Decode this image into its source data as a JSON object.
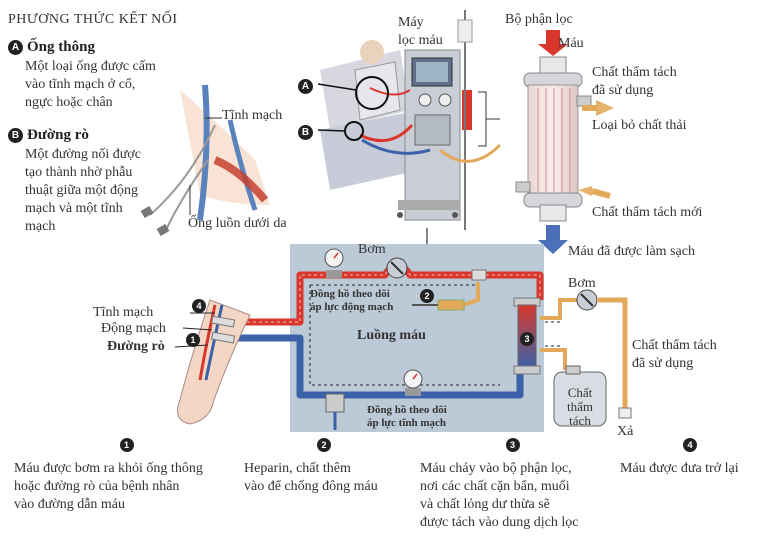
{
  "header": {
    "title": "PHƯƠNG THỨC KẾT NỐI"
  },
  "access": [
    {
      "badge": "A",
      "title": "Ống thông",
      "desc": [
        "Một loại ống được cấm",
        "vào tĩnh mạch ở cổ,",
        "ngực hoặc chân"
      ]
    },
    {
      "badge": "B",
      "title": "Đường rò",
      "desc": [
        "Một đường nối được",
        "tạo thành nhờ phẫu",
        "thuật giữa một động",
        "mạch và một tĩnh",
        "mạch"
      ]
    }
  ],
  "inset": {
    "vein_label": "Tĩnh mạch",
    "tube_label": "Ống luồn dưới da"
  },
  "machine": {
    "label_line1": "Máy",
    "label_line2": "lọc máu",
    "marker_a": "A",
    "marker_b": "B"
  },
  "filter": {
    "title": "Bộ phận lọc",
    "blood_in": "Máu",
    "used_dialysate": [
      "Chất thẩm tách",
      "đã sử dụng"
    ],
    "waste": "Loại bỏ chất thải",
    "fresh_dialysate": "Chất thẩm tách mới",
    "clean_blood": "Máu đã được làm sạch"
  },
  "circuit": {
    "pump_label": "Bơm",
    "arterial_gauge": [
      "Đồng hồ theo dõi",
      "áp lực động mạch"
    ],
    "venous_gauge": [
      "Đồng hồ theo dõi",
      "áp lực tĩnh mạch"
    ],
    "blood_flow": "Luồng máu",
    "step2_marker": "2",
    "step3_marker": "3"
  },
  "arm": {
    "vein": "Tĩnh mạch",
    "artery": "Động mạch",
    "fistula": "Đường rò",
    "step4_marker": "4",
    "step1_marker": "1"
  },
  "dialysate_side": {
    "pump": "Bơm",
    "used": [
      "Chất thẩm tách",
      "đã sử dụng"
    ],
    "tank": [
      "Chất",
      "thẩm",
      "tách"
    ],
    "drain": "Xả"
  },
  "steps": [
    {
      "num": "1",
      "lines": [
        "Máu được bơm ra khỏi ống thông",
        "hoặc đường rò của bệnh nhân",
        "vào đường dẫn máu"
      ]
    },
    {
      "num": "2",
      "lines": [
        "Heparin, chất thêm",
        "vào để chống đông máu"
      ]
    },
    {
      "num": "3",
      "lines": [
        "Máu chảy vào bộ phận lọc,",
        "nơi các chất cặn bẩn, muối",
        "và chất lỏng dư thừa sẽ",
        "được tách vào dung dịch lọc"
      ]
    },
    {
      "num": "4",
      "lines": [
        "Máu được đưa trở lại"
      ]
    }
  ],
  "colors": {
    "blood_red": "#d9372b",
    "blood_blue": "#3b62a8",
    "dialysate": "#e3a95b",
    "panel": "#bcc9d6"
  }
}
